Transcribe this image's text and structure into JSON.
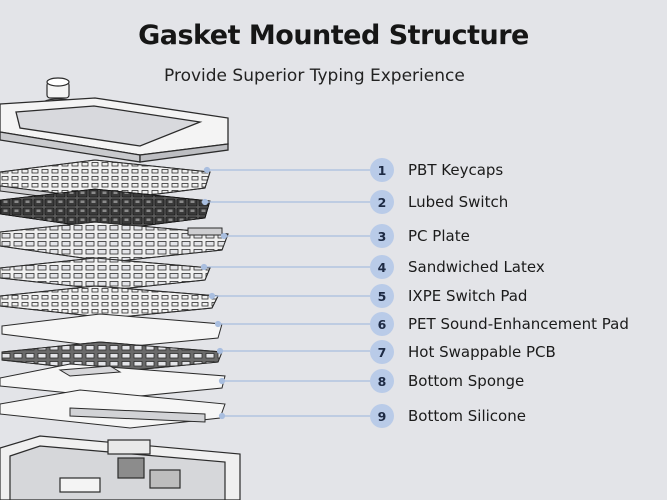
{
  "header": {
    "title": "Gasket Mounted Structure",
    "subtitle": "Provide Superior Typing Experience"
  },
  "colors": {
    "background": "#e3e4e8",
    "badge": "#b9cbe8",
    "leader_line": "#a9bedf",
    "line_art": "#2b2b2b"
  },
  "layers": [
    {
      "number": "1",
      "label": "PBT Keycaps"
    },
    {
      "number": "2",
      "label": "Lubed Switch"
    },
    {
      "number": "3",
      "label": "PC Plate"
    },
    {
      "number": "4",
      "label": "Sandwiched Latex"
    },
    {
      "number": "5",
      "label": "IXPE Switch Pad"
    },
    {
      "number": "6",
      "label": "PET Sound-Enhancement Pad"
    },
    {
      "number": "7",
      "label": "Hot Swappable PCB"
    },
    {
      "number": "8",
      "label": "Bottom Sponge"
    },
    {
      "number": "9",
      "label": "Bottom Silicone"
    }
  ]
}
